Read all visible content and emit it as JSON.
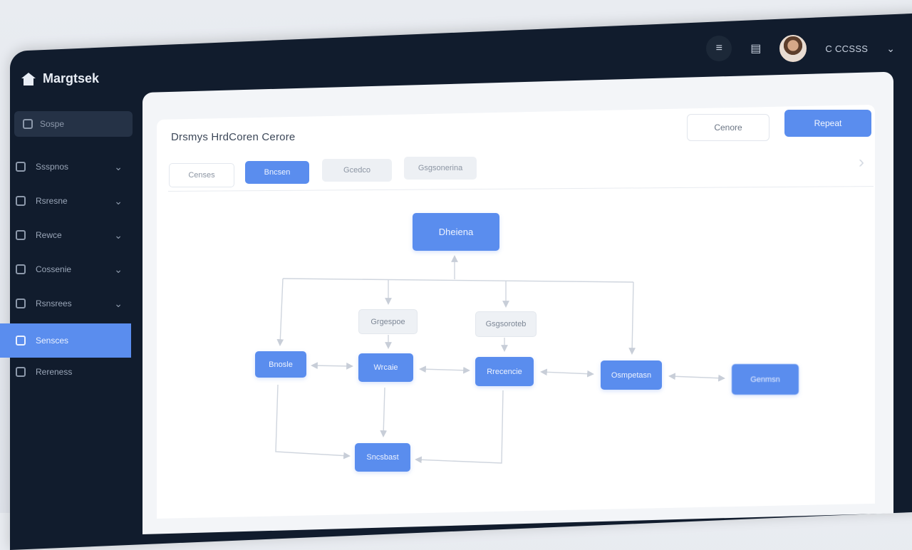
{
  "app": {
    "brand": "Margtsek"
  },
  "topbar": {
    "user_name": "C CCSSS"
  },
  "sidebar": {
    "search_label": "Sospe",
    "items": [
      {
        "label": "Ssspnos"
      },
      {
        "label": "Rsresne"
      },
      {
        "label": "Rewce"
      },
      {
        "label": "Cossenie"
      },
      {
        "label": "Rsnsrees"
      },
      {
        "label": "Sensces"
      },
      {
        "label": "Rereness"
      }
    ]
  },
  "header": {
    "title": "Drsmys HrdCoren Cerore",
    "secondary_button": "Cenore",
    "primary_button": "Repeat"
  },
  "tabs": [
    {
      "label": "Censes"
    },
    {
      "label": "Bncsen"
    },
    {
      "label": "Gcedco"
    },
    {
      "label": "Gsgsonerina"
    }
  ],
  "diagram": {
    "root": "Dheiena",
    "labels_top": [
      "Grgespoe",
      "Gsgsoroteb"
    ],
    "row": [
      "Bnosle",
      "Wrcaie",
      "Rrecencie",
      "Osmpetasn",
      "Genmsn"
    ],
    "bottom": "Sncsbast"
  }
}
